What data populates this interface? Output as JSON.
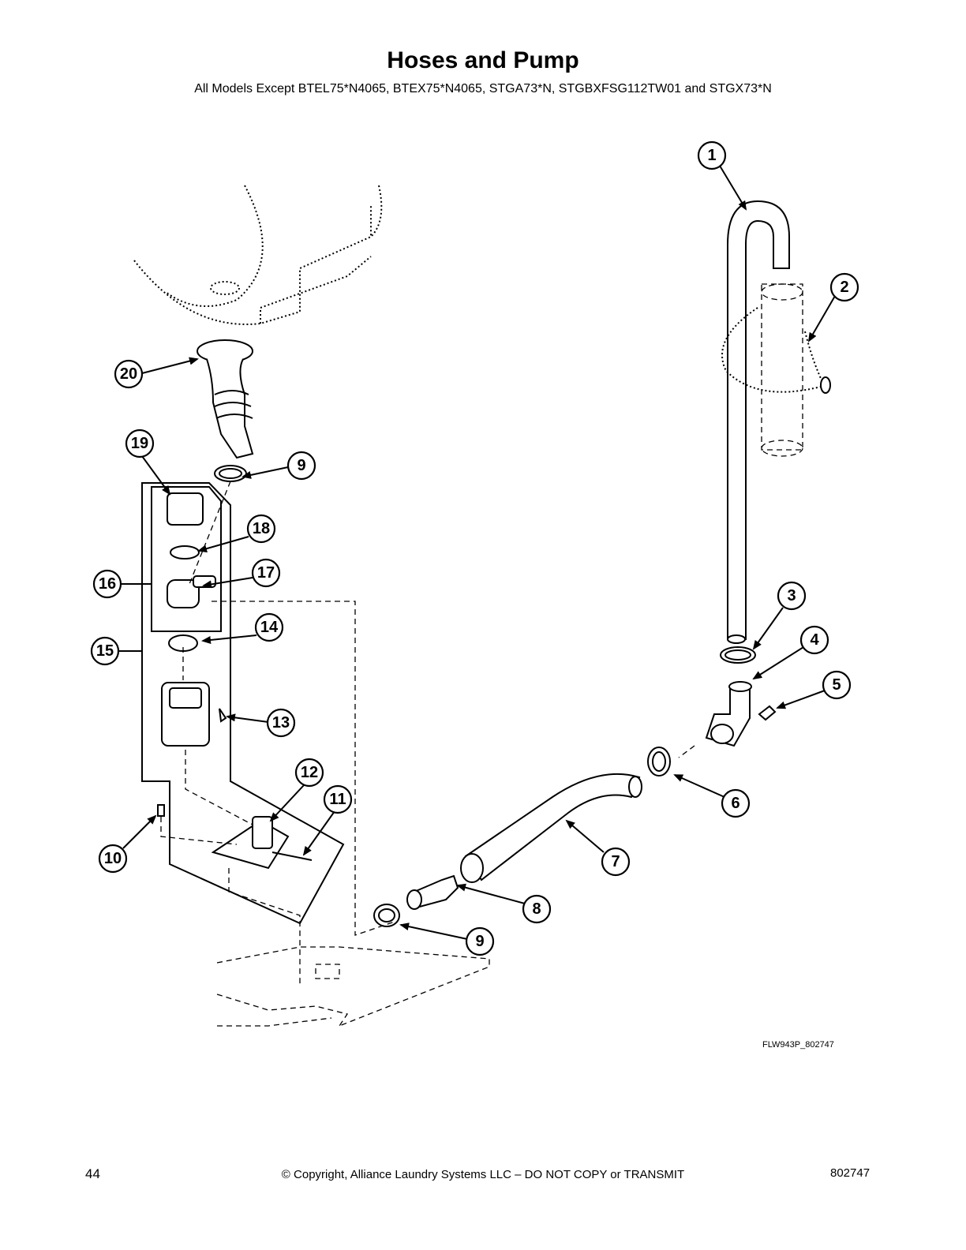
{
  "header": {
    "title": "Hoses and Pump",
    "subtitle": "All Models Except BTEL75*N4065, BTEX75*N4065, STGA73*N, STGBXFSG112TW01 and STGX73*N"
  },
  "figure": {
    "code": "FLW943P_802747",
    "callouts": [
      "1",
      "2",
      "3",
      "4",
      "5",
      "6",
      "7",
      "8",
      "9",
      "9",
      "10",
      "11",
      "12",
      "13",
      "14",
      "15",
      "16",
      "17",
      "18",
      "19",
      "20"
    ]
  },
  "footer": {
    "page_number": "44",
    "copyright": "© Copyright, Alliance Laundry Systems LLC – DO NOT COPY or TRANSMIT",
    "doc_number": "802747"
  }
}
